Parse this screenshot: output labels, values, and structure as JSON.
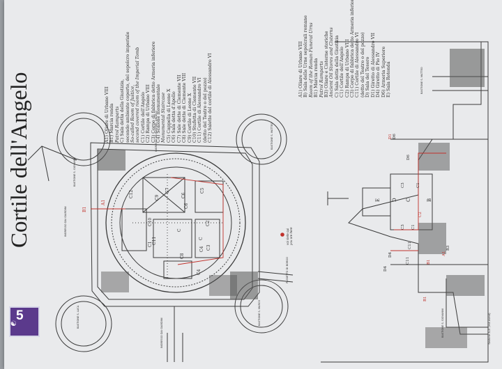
{
  "title": "Cortile dell'Angelo",
  "badge": {
    "number": "5",
    "icon": "audio-guide-icon"
  },
  "legend_plan": [
    {
      "text": "A1) Oliare di Urbano VIII",
      "italic": false
    },
    {
      "text": "B1) Marcia ronda",
      "italic": false
    },
    {
      "text": "Patrol Ramparts",
      "italic": true
    },
    {
      "text": "C) Sala detta della Giustizia,",
      "italic": false
    },
    {
      "text": "secondo ambiente coperto, del sepolcro imperiale",
      "italic": false
    },
    {
      "text": "So-called Room of Justice,",
      "italic": true
    },
    {
      "text": "second covered room of the Imperial Tomb",
      "italic": true
    },
    {
      "text": "C1) Cortile dell'Angelo",
      "italic": false
    },
    {
      "text": "C2) Rampa di Urbano VIII",
      "italic": false
    },
    {
      "text": "C3) Corpo di fabbrica detto Armeria inferiore",
      "italic": false
    },
    {
      "text": "C4) Scalone monumentale",
      "italic": false
    },
    {
      "text": "Monumental Staircase",
      "italic": true
    },
    {
      "text": "C5) Cappella di Leone X",
      "italic": false
    },
    {
      "text": "C6) Sala detta d'Apollo",
      "italic": false
    },
    {
      "text": "C7) Sale dette di Clemente VII",
      "italic": false
    },
    {
      "text": "C8) Sale dette di Clemente VIII",
      "italic": false
    },
    {
      "text": "C9) Cortile di Leone X",
      "italic": false
    },
    {
      "text": "C10) Stufetta di Clemente VII",
      "italic": false
    },
    {
      "text": "C11) Cortile di Alessandro VI",
      "italic": false
    },
    {
      "text": "(detto del Teatro o del pozzo)",
      "italic": false
    },
    {
      "text": "C12) Salette del cortile di Alessandro VI",
      "italic": false
    }
  ],
  "legend_section": [
    {
      "text": "A1) Oliare di Urbano VIII",
      "italic": false
    },
    {
      "text": "B) Sala delle Urne sepolcrali romane",
      "italic": false
    },
    {
      "text": "Room of the Roman Funeral Urns",
      "italic": true
    },
    {
      "text": "B1) Marcia ronda",
      "italic": false
    },
    {
      "text": "Patrol Ramparts",
      "italic": true
    },
    {
      "text": "B3) Oliare e Cisterne storiche",
      "italic": false
    },
    {
      "text": "Ancient Oil Stores and Cisterns",
      "italic": true
    },
    {
      "text": "C) Sala detta della Giustizia",
      "italic": false
    },
    {
      "text": "C1) Cortile dell'Angelo",
      "italic": false
    },
    {
      "text": "C2) Rampa di Urbano VIII",
      "italic": false
    },
    {
      "text": "C3) Corpo di fabbrica detto Armeria inferiore",
      "italic": false
    },
    {
      "text": "C11) Cortile di Alessandro VI",
      "italic": false
    },
    {
      "text": "(detto del Teatro o del pozzo)",
      "italic": false
    },
    {
      "text": "D) Sala del Tesoro",
      "italic": false
    },
    {
      "text": "D1) Giretto di Alessandro VII",
      "italic": false
    },
    {
      "text": "D4) Giretto di Pio IV",
      "italic": false
    },
    {
      "text": "D6) Armeria Superiore",
      "italic": false
    },
    {
      "text": "E) Sala Rotonda",
      "italic": false
    }
  ],
  "you_are_here": {
    "it": "voi siete qui",
    "en": "you are here"
  },
  "section_caption": "Sezione A-A' (est-ovest)",
  "bastions": [
    {
      "id": "s-giovanni",
      "label": "BASTIONE S. GIOVANNI"
    },
    {
      "id": "s-luca",
      "label": "BASTIONE S. LUCA"
    },
    {
      "id": "s-marco",
      "label": "BASTIONE S. MARCO"
    },
    {
      "id": "s-matteo",
      "label": "BASTIONE S. MATTEO"
    },
    {
      "id": "s-matteo-section",
      "label": "BASTIONE S. MATTEO"
    },
    {
      "id": "s-giovanni-section",
      "label": "BASTIONE S. GIOVANNI"
    }
  ],
  "entrances": [
    {
      "id": "giardini",
      "label": "INGRESSO DAI GIARDINI"
    },
    {
      "id": "giardini-2",
      "label": "INGRESSO DAI GIARDINI"
    },
    {
      "id": "angelo",
      "label": "INGRESSO DA PONTE S. ANGELO"
    },
    {
      "id": "passetto",
      "label": "PASSETTO DI BORGO"
    }
  ],
  "plan_labels": [
    "A1",
    "B1",
    "C1",
    "C2",
    "C3",
    "C4",
    "C5",
    "C6",
    "C7",
    "C8",
    "C9",
    "C10",
    "C11",
    "C12",
    "C",
    "C",
    "C4",
    "C6"
  ],
  "section_labels": [
    "A1",
    "B",
    "B1",
    "B3",
    "C",
    "C1",
    "C2",
    "C3",
    "C11",
    "D",
    "D1",
    "D4",
    "D6",
    "E",
    "C3",
    "C1",
    "D6",
    "D4",
    "B1",
    "C11"
  ],
  "colors": {
    "panel": "#e9eaec",
    "lines": "#3a3a3a",
    "hatch": "#555555",
    "accent": "#c0312b",
    "badge": "#5b3a8c",
    "frame": "#9a9ea3"
  }
}
